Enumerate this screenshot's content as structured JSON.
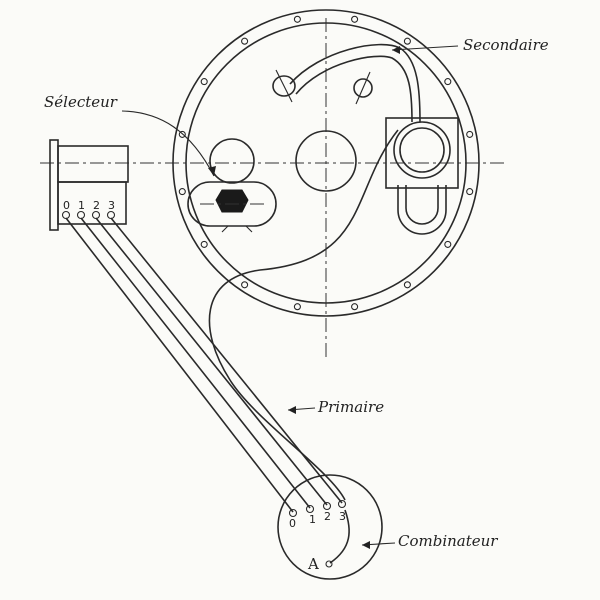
{
  "labels": {
    "secondaire": "Secondaire",
    "selecteur": "Sélecteur",
    "primaire": "Primaire",
    "combinateur": "Combinateur"
  },
  "selector_terminals": [
    "0",
    "1",
    "2",
    "3"
  ],
  "combinator_terminals": [
    "0",
    "1",
    "2",
    "3"
  ],
  "combinator_point": "A",
  "ink_color": "#2a2a2a",
  "paper_color": "#fbfbf8"
}
